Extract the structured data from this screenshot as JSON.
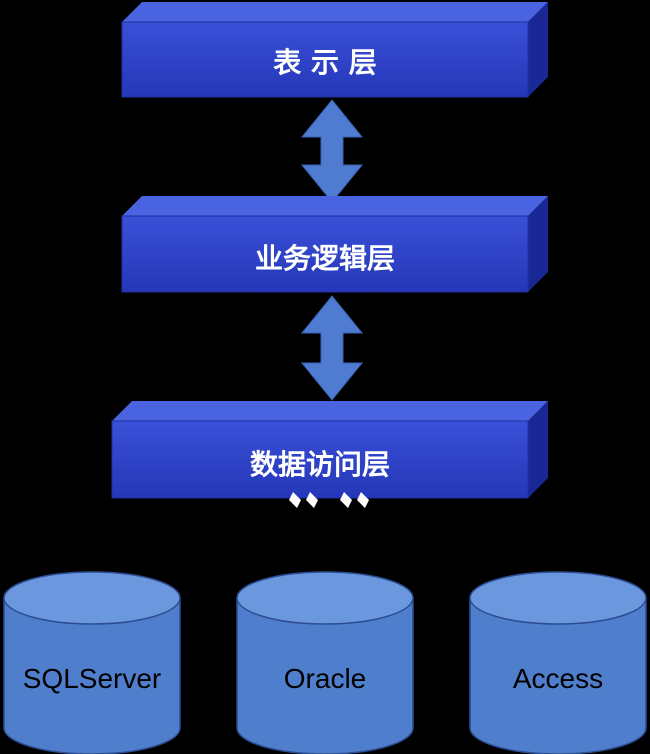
{
  "layers": [
    {
      "label": "表 示 层"
    },
    {
      "label": "业务逻辑层"
    },
    {
      "label": "数据访问层"
    }
  ],
  "databases": [
    {
      "label": "SQLServer"
    },
    {
      "label": "Oracle"
    },
    {
      "label": "Access"
    }
  ],
  "colors": {
    "background": "#000000",
    "layer_front": "#2b3ec8",
    "layer_top": "#4a63e0",
    "layer_side": "#1a2896",
    "arrow": "#4f7bd0",
    "database": "#4f7fcc",
    "database_top": "#6b97de"
  }
}
